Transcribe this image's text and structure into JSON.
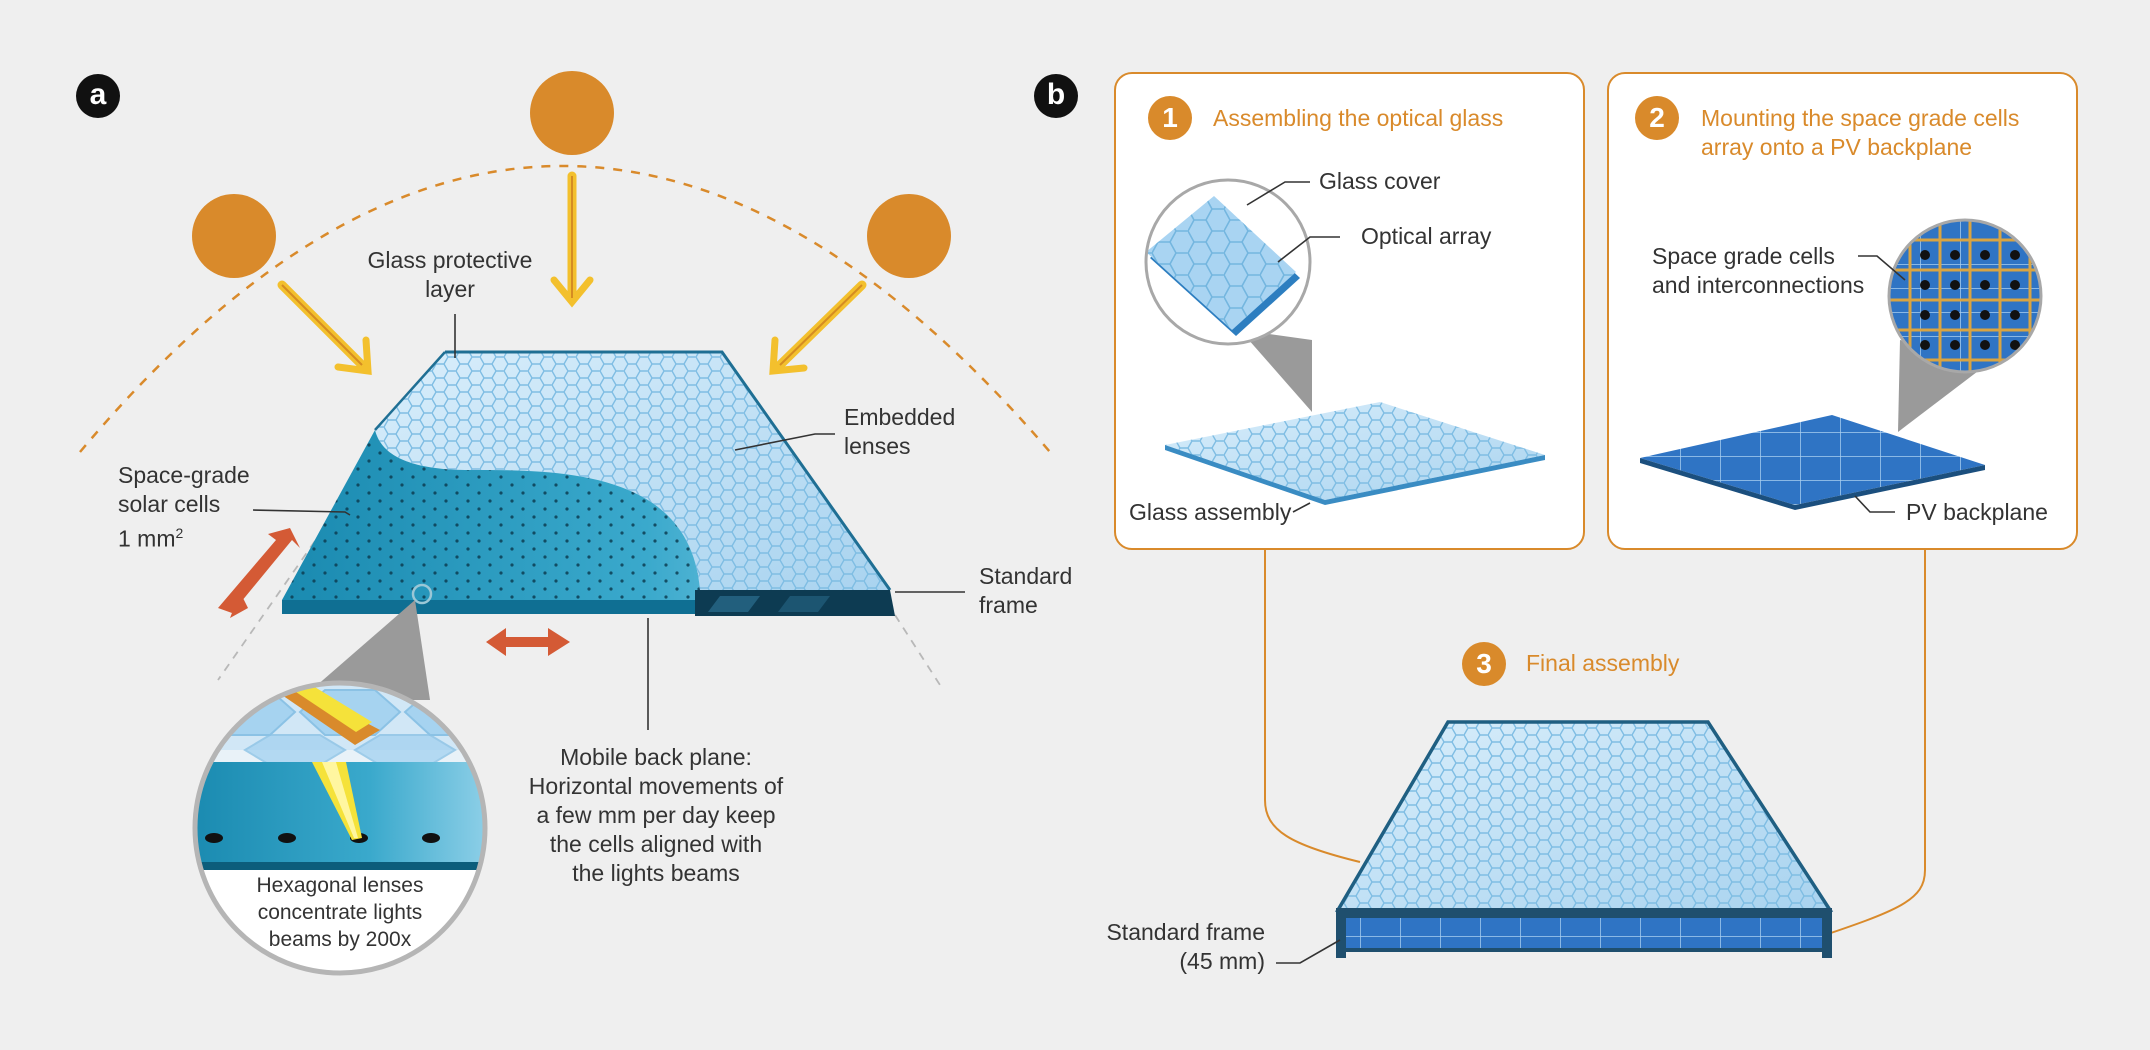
{
  "panel_a": {
    "letter": "a",
    "labels": {
      "glass_layer": [
        "Glass protective",
        "layer"
      ],
      "embedded_lenses": [
        "Embedded",
        "lenses"
      ],
      "solar_cells": [
        "Space-grade",
        "solar cells",
        "1 mm"
      ],
      "solar_cells_sup": "2",
      "standard_frame": [
        "Standard",
        "frame"
      ],
      "mobile_back_plane": [
        "Mobile back plane:",
        "Horizontal movements of",
        "a few mm per day keep",
        "the cells aligned with",
        "the lights beams"
      ],
      "hex_lenses": [
        "Hexagonal lenses",
        "concentrate lights",
        "beams by 200x"
      ]
    }
  },
  "panel_b": {
    "letter": "b",
    "step1": {
      "number": "1",
      "title": "Assembling the optical glass",
      "glass_cover": "Glass cover",
      "optical_array": "Optical array",
      "glass_assembly": "Glass assembly"
    },
    "step2": {
      "number": "2",
      "title": [
        "Mounting the space grade cells",
        "array onto a PV backplane"
      ],
      "cells": [
        "Space grade cells",
        "and interconnections"
      ],
      "pv_backplane": "PV backplane"
    },
    "step3": {
      "number": "3",
      "title": "Final assembly",
      "standard_frame": [
        "Standard frame",
        "(45 mm)"
      ]
    }
  },
  "colors": {
    "background": "#efefef",
    "accent_orange": "#d98a2b",
    "arrow_red": "#d45a35",
    "glass_blue": "#bfe0f5",
    "cell_teal": "#1d8db3",
    "frame_dark": "#0d3b52"
  }
}
